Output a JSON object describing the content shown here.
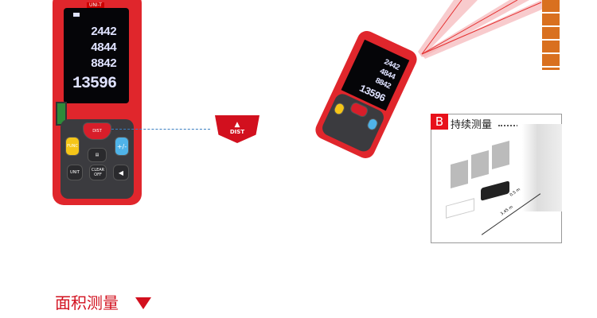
{
  "device_front": {
    "brand": "UNI-T",
    "readings": [
      "2442",
      "4844",
      "8842",
      "13596"
    ],
    "keys": {
      "dist": "DIST",
      "func": "FUNC",
      "plusminus": "+/-",
      "unit": "UNIT",
      "clear": "CLEAR",
      "off": "OFF"
    }
  },
  "callout": {
    "label": "DIST"
  },
  "device_tilted": {
    "readings": [
      "2442",
      "4844",
      "8842",
      "13596"
    ]
  },
  "panel_b": {
    "badge": "B",
    "title": "持续测量",
    "dim_short": "0.5 m",
    "dim_long": "3.45 m"
  },
  "section_title": "面积测量",
  "colors": {
    "accent": "#d2101e",
    "device_red": "#e0262c",
    "brick": "#d9701f",
    "func_key": "#f5c518",
    "plusminus_key": "#4fb3e8"
  }
}
